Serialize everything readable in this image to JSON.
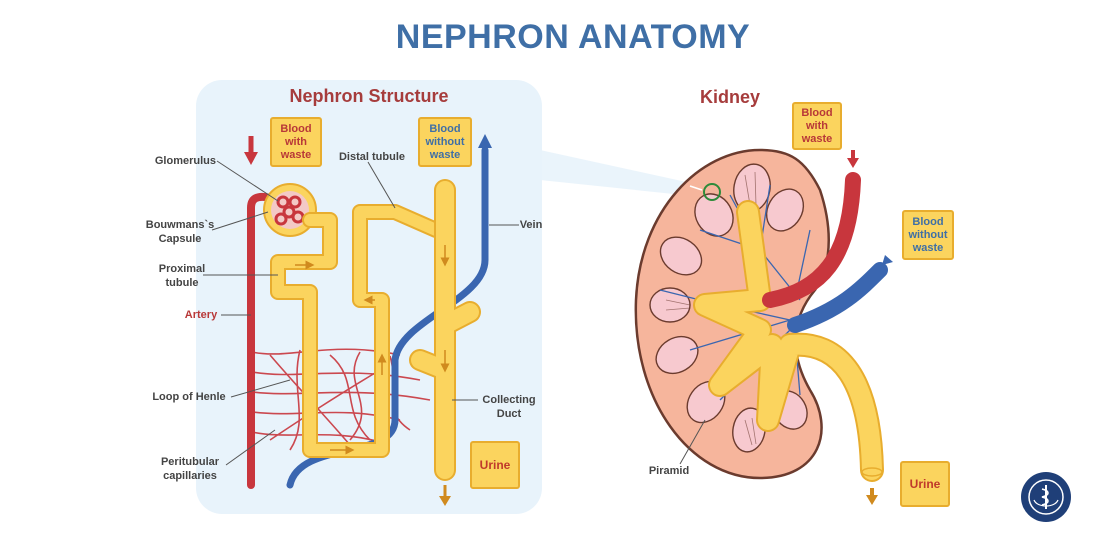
{
  "title": "NEPHRON ANATOMY",
  "nephron": {
    "heading": "Nephron  Structure",
    "blood_with_waste": "Blood\nwith\nwaste",
    "blood_without_waste": "Blood\nwithout\nwaste",
    "urine": "Urine",
    "labels": {
      "glomerulus": "Glomerulus",
      "capsule": "Bouwmans`s\nCapsule",
      "proximal": "Proximal\ntubule",
      "artery": "Artery",
      "loop": "Loop of Henle",
      "peritubular": "Peritubular\ncapillaries",
      "distal": "Distal tubule",
      "vein": "Vein",
      "collecting": "Collecting\nDuct"
    }
  },
  "kidney": {
    "heading": "Kidney",
    "blood_with_waste": "Blood\nwith\nwaste",
    "blood_without_waste": "Blood\nwithout\nwaste",
    "urine": "Urine",
    "pyramid_label": "Piramid"
  },
  "colors": {
    "title": "#3f6fa6",
    "artery": "#c8363d",
    "vein": "#3a66b0",
    "tubule": "#fbd45e",
    "tubule_edge": "#e8ad2e",
    "kidney_cortex": "#f6b59c",
    "panel": "#e8f3fb"
  },
  "icons": {
    "logo": "medical-emblem-icon"
  }
}
